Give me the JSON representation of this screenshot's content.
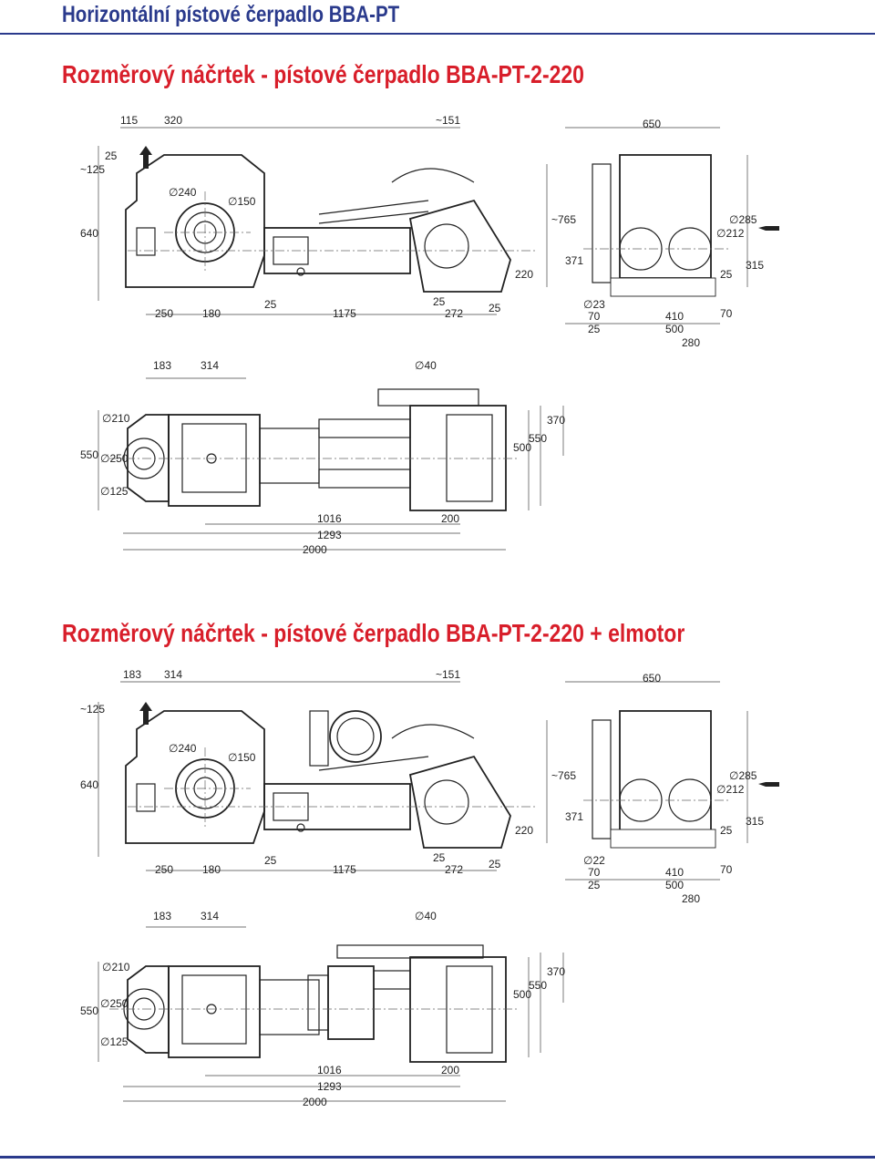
{
  "page_title": "Horizontální pístové čerpadlo BBA-PT",
  "sections": [
    {
      "title": "Rozměrový náčrtek - pístové čerpadlo BBA-PT-2-220",
      "side": {
        "top": [
          "115",
          "320",
          "~151",
          "650"
        ],
        "left": [
          "~125",
          "25",
          "640"
        ],
        "diam": [
          "∅240",
          "∅150",
          "∅212",
          "∅285"
        ],
        "right": [
          "220",
          "~765",
          "371",
          "25",
          "315"
        ],
        "bottom": [
          "250",
          "180",
          "25",
          "1175",
          "25",
          "272",
          "25"
        ],
        "end_view": [
          "∅23",
          "70",
          "25",
          "410",
          "500",
          "280",
          "70"
        ]
      },
      "plan": {
        "top": [
          "183",
          "314",
          "∅40"
        ],
        "left": [
          "550",
          "∅250",
          "∅125",
          "∅210"
        ],
        "right": [
          "500",
          "550",
          "370"
        ],
        "bottom": [
          "1016",
          "1293",
          "2000",
          "200"
        ]
      }
    },
    {
      "title": "Rozměrový náčrtek - pístové čerpadlo BBA-PT-2-220 + elmotor",
      "side": {
        "top": [
          "183",
          "314",
          "~151",
          "650"
        ],
        "left": [
          "~125",
          "640"
        ],
        "diam": [
          "∅240",
          "∅150",
          "∅212",
          "∅285"
        ],
        "right": [
          "220",
          "~765",
          "371",
          "25",
          "315"
        ],
        "bottom": [
          "250",
          "180",
          "25",
          "1175",
          "25",
          "272",
          "25"
        ],
        "end_view": [
          "∅22",
          "70",
          "25",
          "410",
          "500",
          "280",
          "70"
        ]
      },
      "plan": {
        "top": [
          "183",
          "314",
          "∅40"
        ],
        "left": [
          "550",
          "∅250",
          "∅125",
          "∅210"
        ],
        "right": [
          "500",
          "550",
          "370"
        ],
        "bottom": [
          "1016",
          "1293",
          "2000",
          "200"
        ]
      }
    }
  ]
}
